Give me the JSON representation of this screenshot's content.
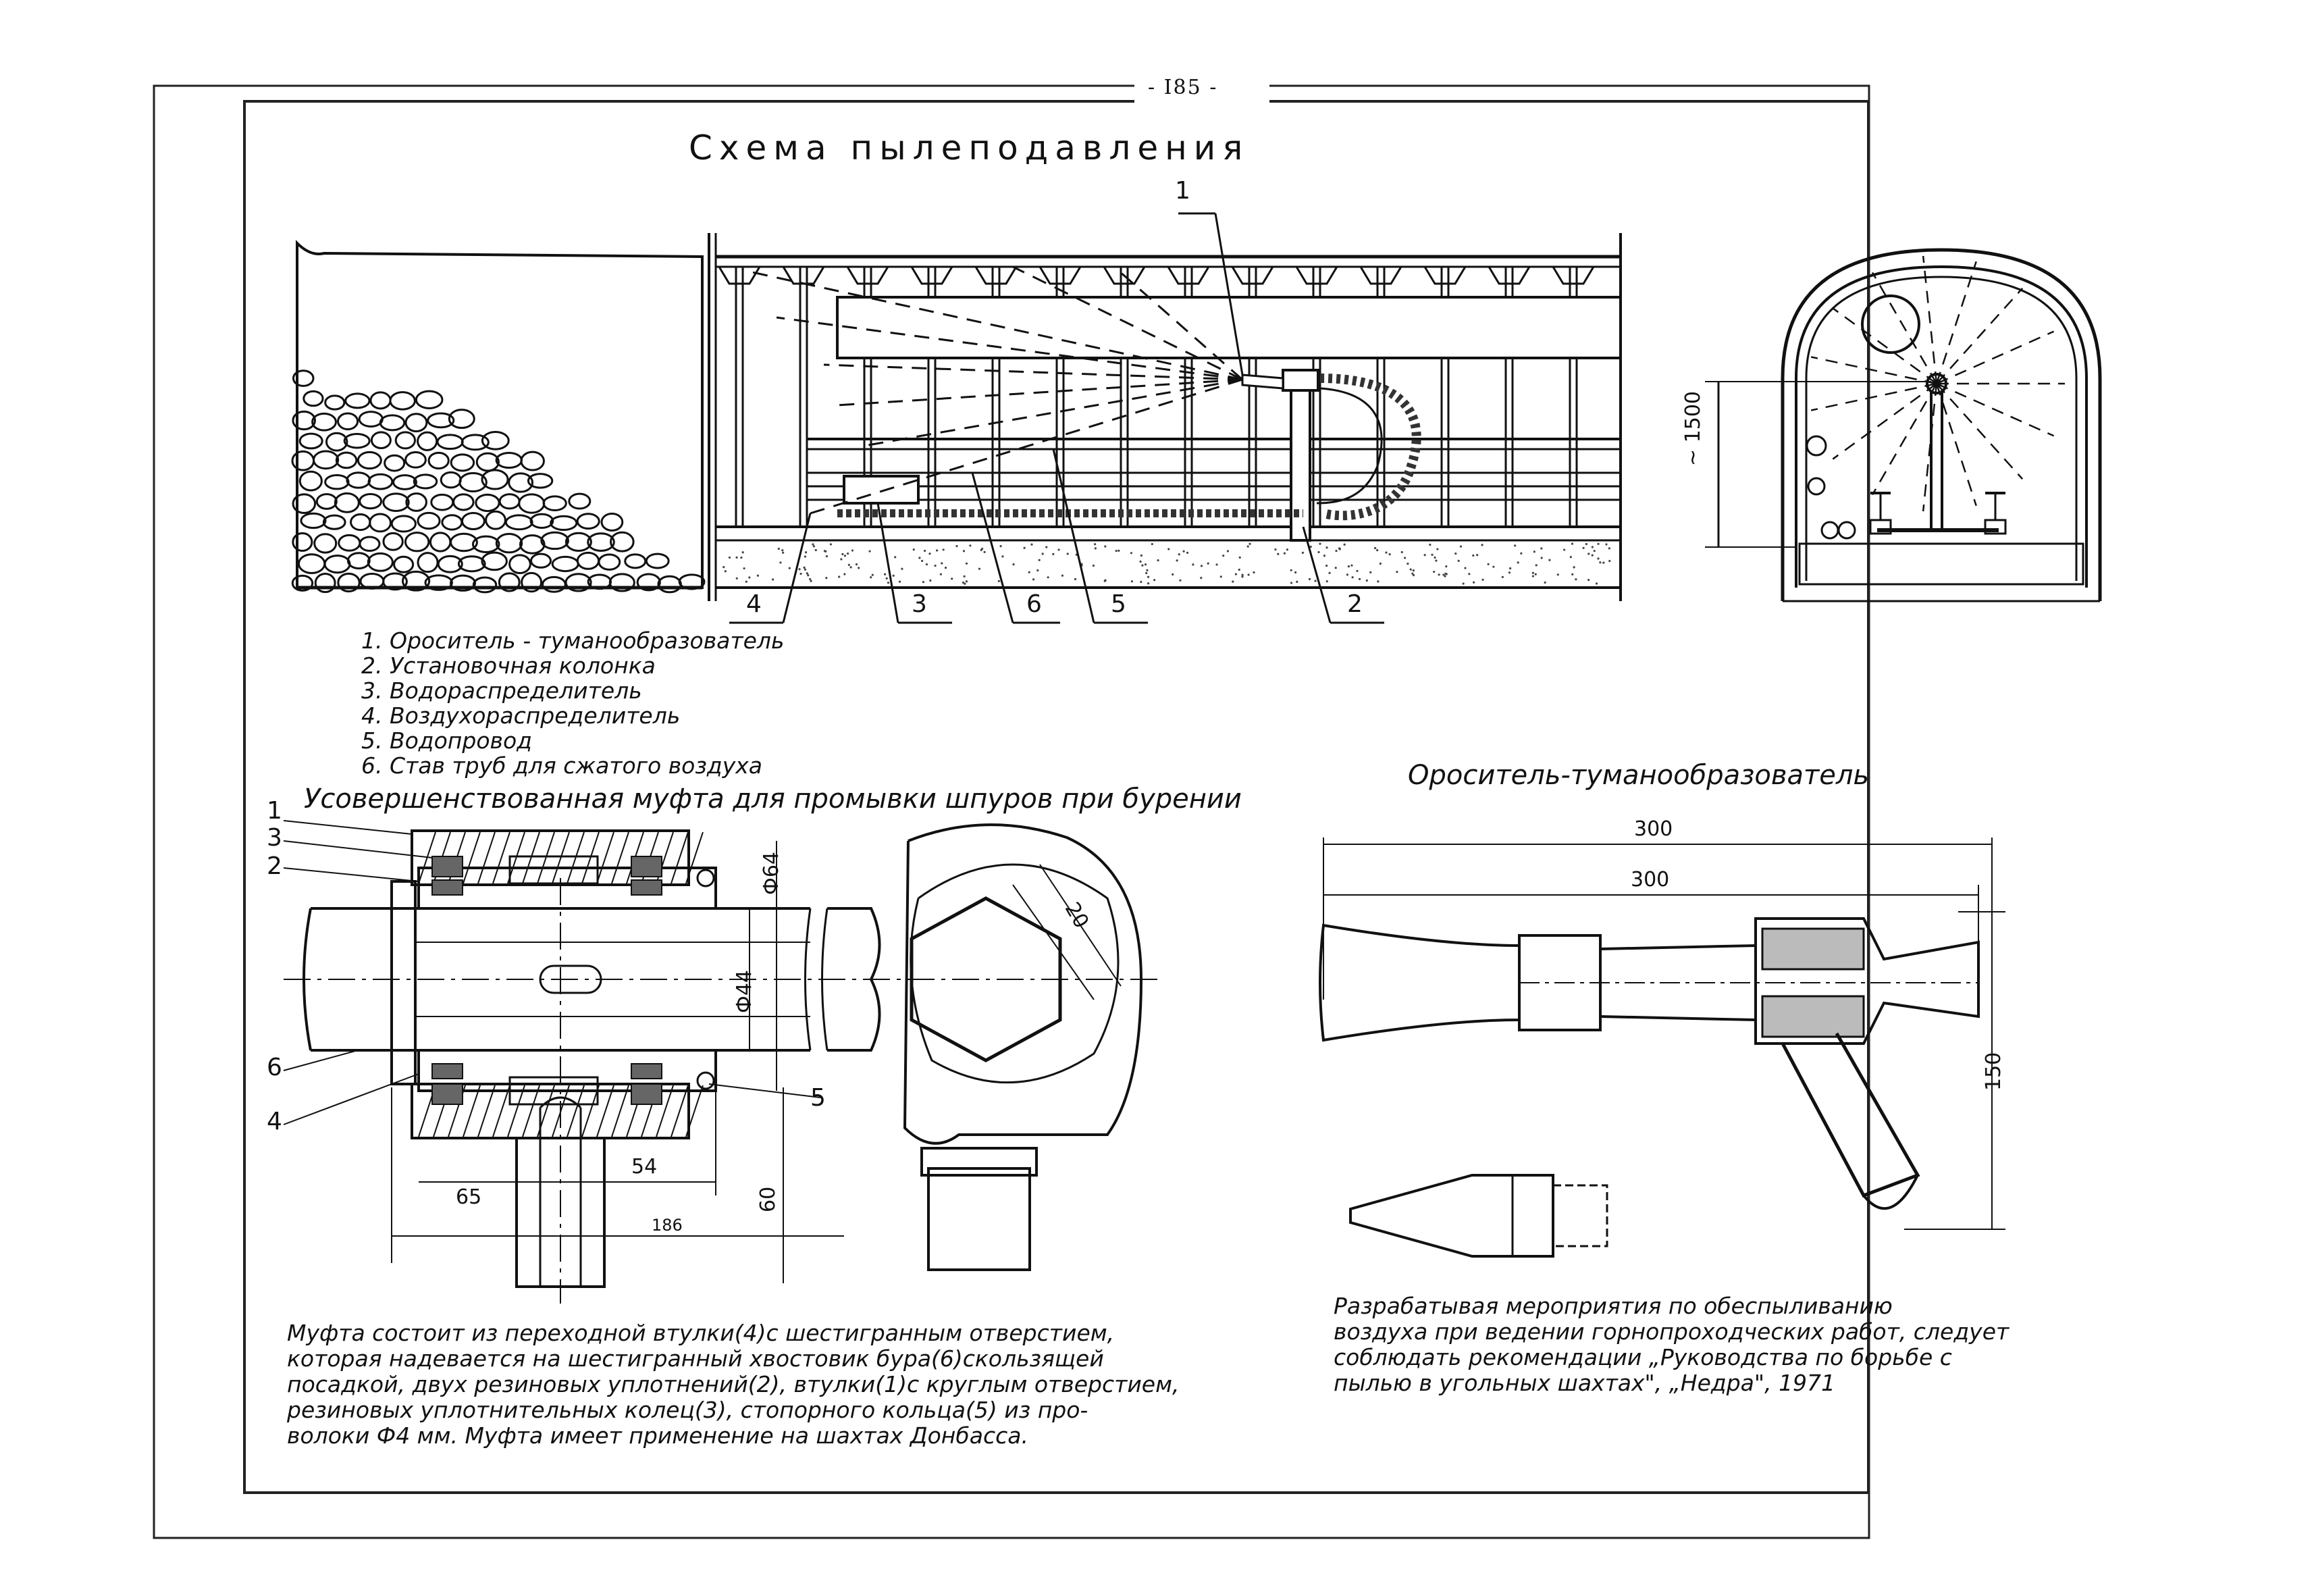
{
  "page_number": "- I85 -",
  "title": "Схема пылеподавления",
  "legend": [
    "1. Ороситель - туманообразователь",
    "2. Установочная колонка",
    "3. Водораспределитель",
    "4. Воздухораспределитель",
    "5. Водопровод",
    "6. Став труб для сжатого воздуха"
  ],
  "callouts_top": [
    "1",
    "2",
    "3",
    "4",
    "5",
    "6"
  ],
  "tunnel_height": "~ 1500",
  "coupling": {
    "title": "Усовершенствованная муфта для промывки шпуров при бурении",
    "callouts": [
      "1",
      "3",
      "2",
      "6",
      "4",
      "5"
    ],
    "dims": [
      "Ф64",
      "Ф44",
      "20",
      "54",
      "65",
      "60",
      "186"
    ],
    "description": [
      "Муфта состоит из переходной втулки(4)с шестигранным отверстием,",
      "которая надевается на шестигранный хвостовик бура(6)скользящей",
      "посадкой, двух резиновых уплотнений(2), втулки(1)с круглым отверстием,",
      "резиновых уплотнительных колец(3), стопорного кольца(5) из про-",
      "волоки Ф4 мм. Муфта имеет применение на шахтах Донбасса."
    ]
  },
  "sprayer": {
    "title": "Ороситель-туманообразователь",
    "dims": [
      "300",
      "300",
      "150"
    ],
    "note": [
      "Разрабатывая мероприятия по обеспыливанию",
      "воздуха при ведении горнопроходческих работ, следует",
      "соблюдать рекомендации „Руководства по борьбе с",
      "пылью в угольных шахтах\", „Недра\", 1971"
    ]
  }
}
